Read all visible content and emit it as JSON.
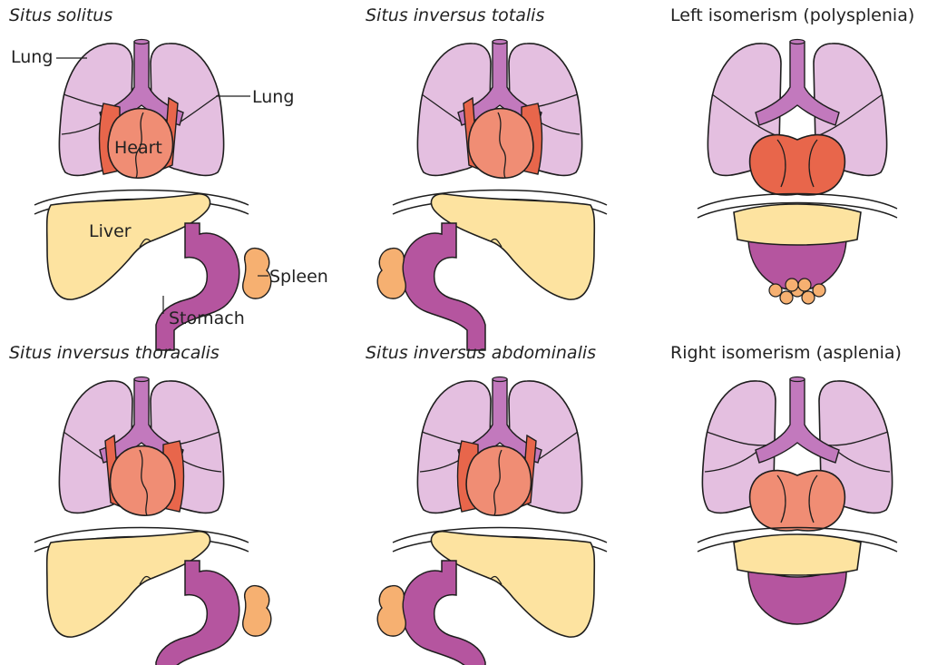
{
  "colors": {
    "lung": "#e4bfe0",
    "lung_edge": "#2a1a28",
    "airway": "#c279bd",
    "heart": "#f08d74",
    "heart_side": "#e8664b",
    "liver": "#fde3a0",
    "stomach": "#b5559f",
    "spleen": "#f6b071",
    "outline": "#1e1e1e"
  },
  "panels": [
    {
      "id": "situs-solitus",
      "title": "Situs solitus",
      "italic": true,
      "labels": {
        "lung_left": "Lung",
        "lung_right": "Lung",
        "heart": "Heart",
        "liver": "Liver",
        "spleen": "Spleen",
        "stomach": "Stomach"
      }
    },
    {
      "id": "situs-inversus-totalis",
      "title": "Situs inversus totalis",
      "italic": true
    },
    {
      "id": "left-isomerism",
      "title": "Left isomerism (polysplenia)",
      "italic": false
    },
    {
      "id": "situs-inversus-thoracalis",
      "title": "Situs inversus thoracalis",
      "italic": true
    },
    {
      "id": "situs-inversus-abdominalis",
      "title": "Situs inversus abdominalis",
      "italic": true
    },
    {
      "id": "right-isomerism",
      "title": "Right isomerism (asplenia)",
      "italic": false
    }
  ]
}
